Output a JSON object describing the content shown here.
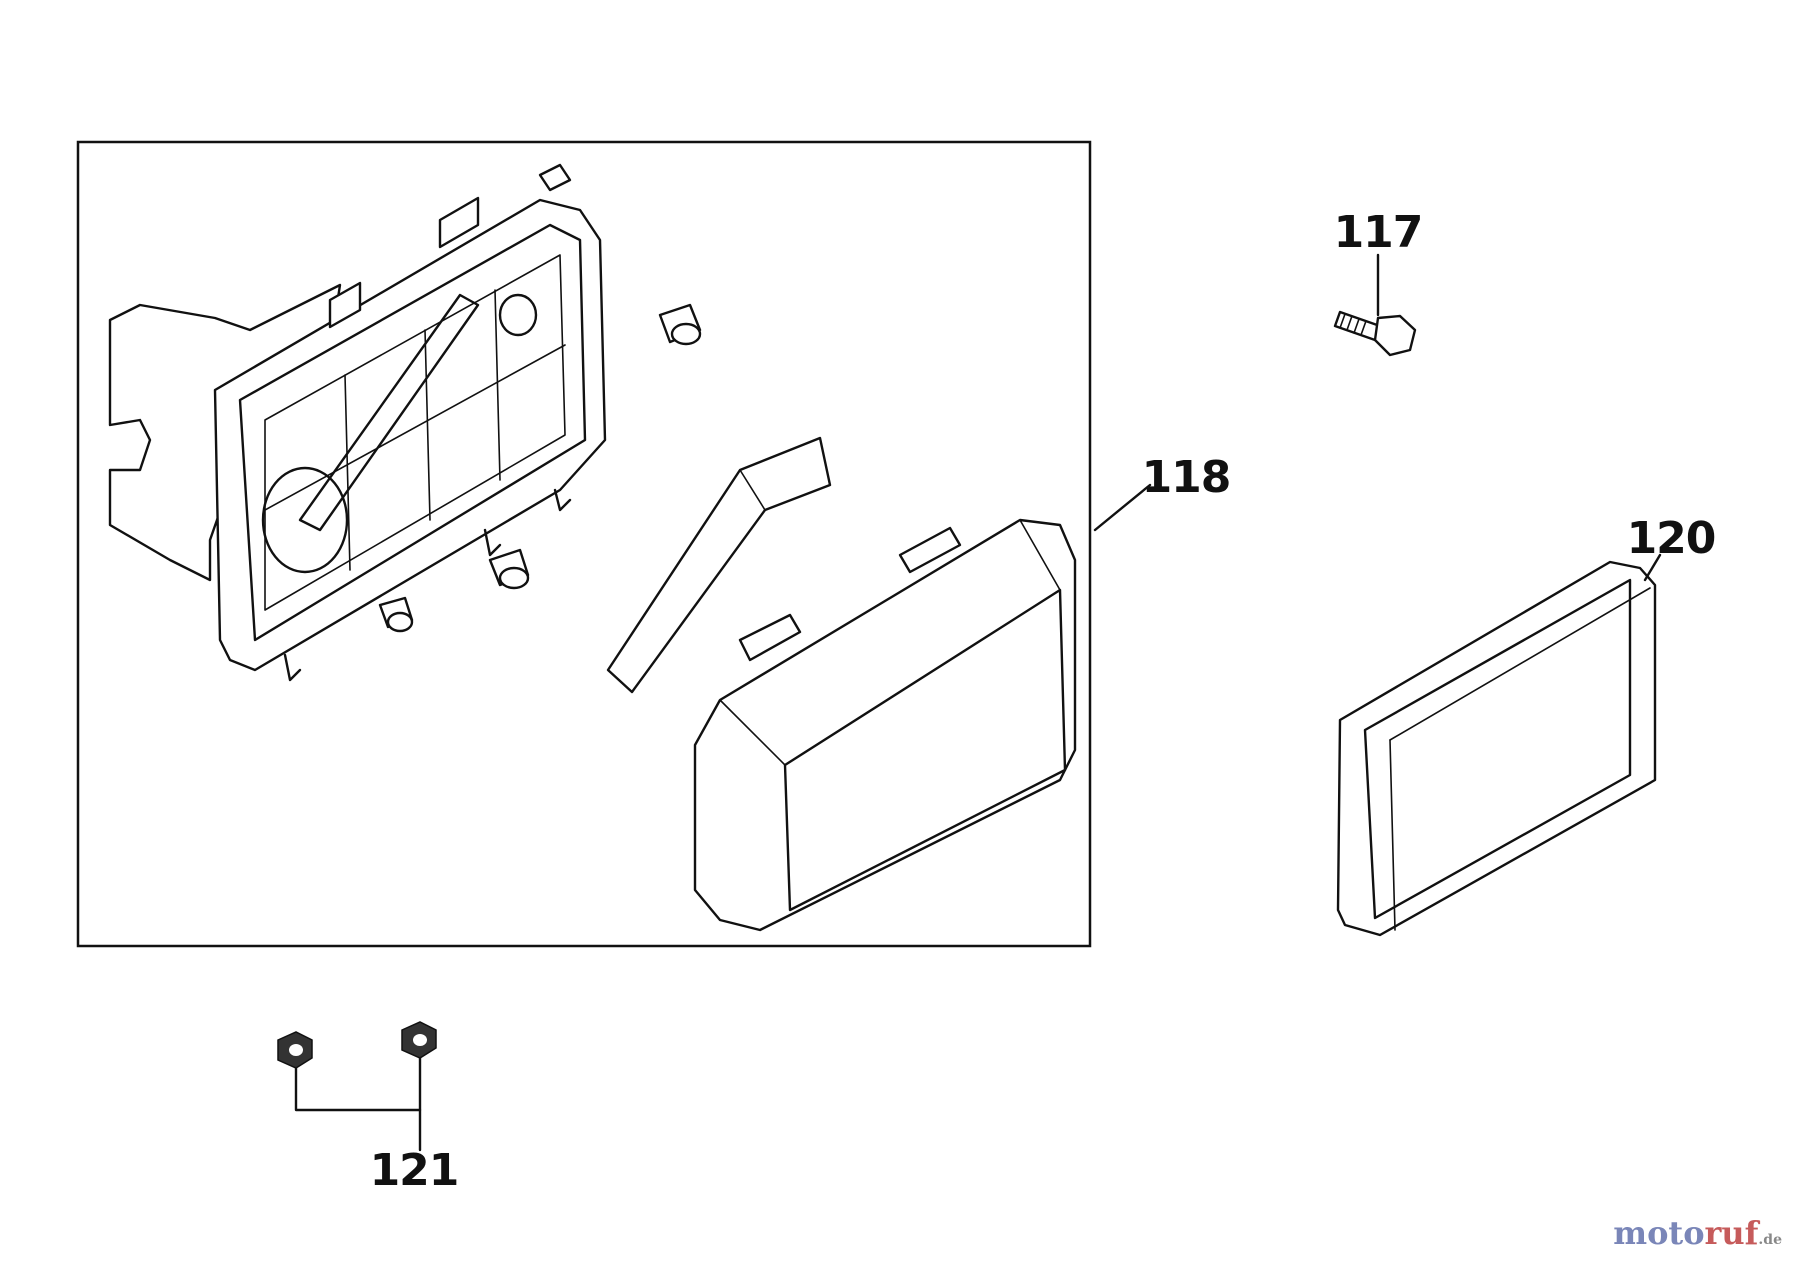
{
  "labels": {
    "p117": "117",
    "p118": "118",
    "p120": "120",
    "p121": "121"
  },
  "watermark": {
    "part1": "moto",
    "part2": "ruf",
    "part3": ".de"
  }
}
